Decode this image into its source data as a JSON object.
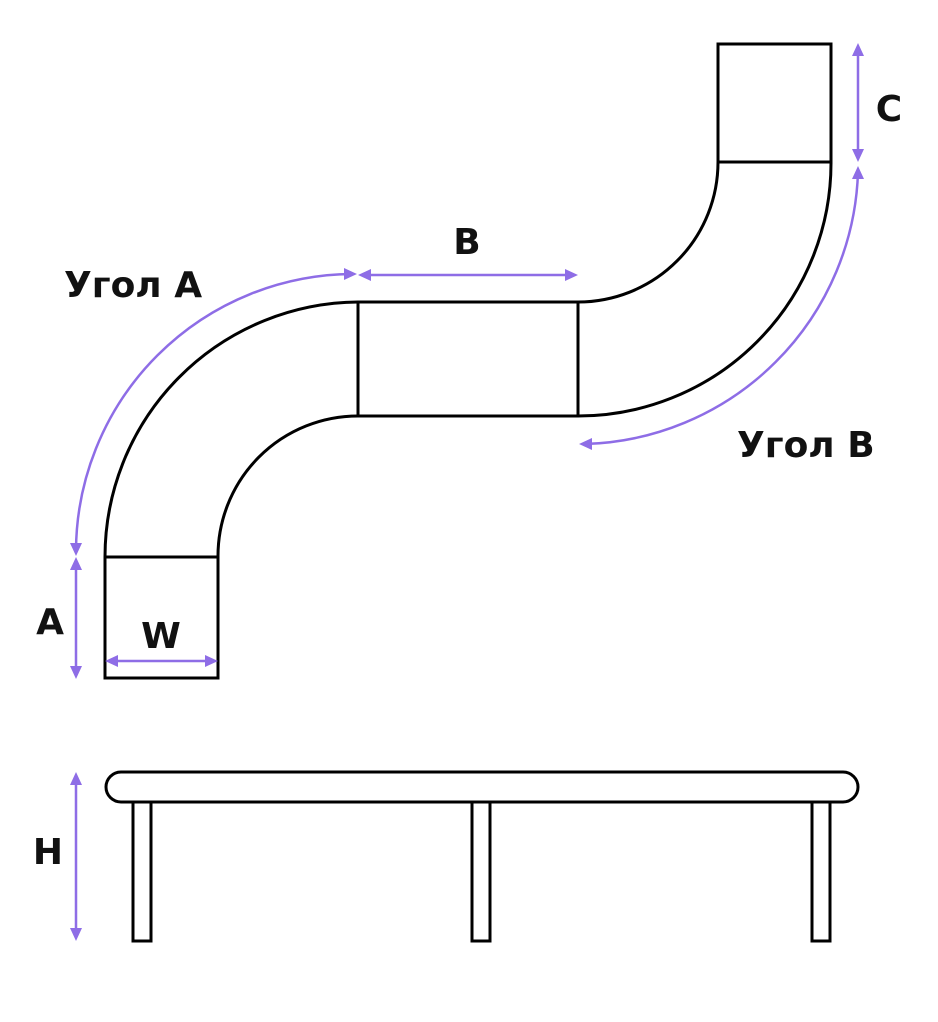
{
  "colors": {
    "outline": "#000000",
    "dimension": "#8e6de6",
    "text": "#111111",
    "background": "#ffffff"
  },
  "labels": {
    "angle_a": "Угол A",
    "angle_b": "Угол B",
    "length_b": "B",
    "length_c": "C",
    "length_a": "A",
    "width_w": "W",
    "height_h": "H"
  }
}
